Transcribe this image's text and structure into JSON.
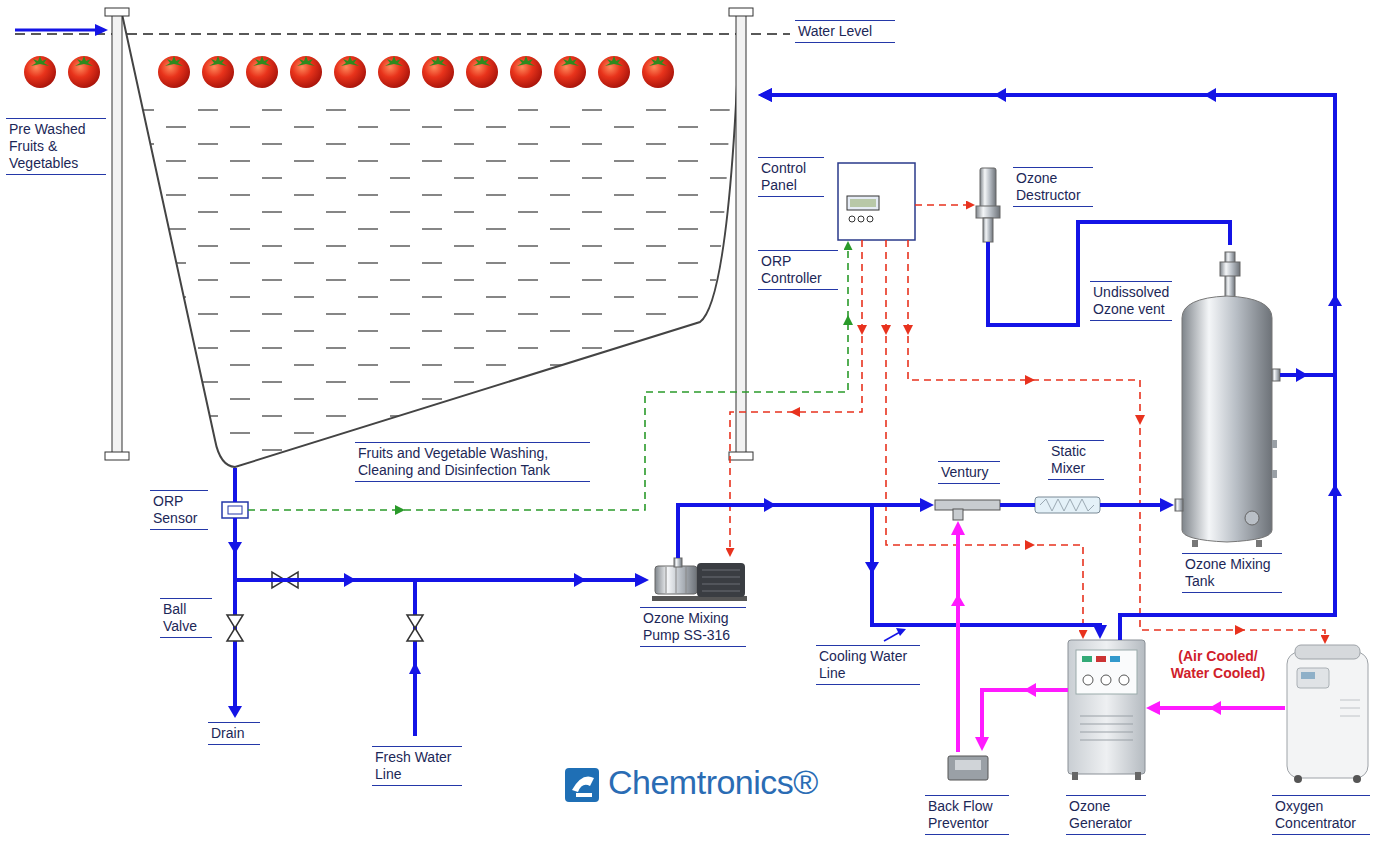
{
  "diagram": {
    "nodes": [
      {
        "text": [
          "Fruits and Vegetable Washing, Cleaning and Disinfection Tank"
        ]
      },
      {
        "text": [
          "Control Panel",
          "ORP Controller"
        ]
      },
      {
        "text": [
          "Ozone Destructor"
        ]
      },
      {
        "text": [
          "Ozone Mixing Tank"
        ]
      },
      {
        "text": [
          "ORP Sensor"
        ]
      },
      {
        "text": [
          "Ozone Mixing Pump SS-316"
        ]
      },
      {
        "text": [
          "Ventury"
        ]
      },
      {
        "text": [
          "Static Mixer"
        ]
      },
      {
        "text": [
          "Ozone Generator"
        ]
      },
      {
        "text": [
          "Back Flow Preventor"
        ]
      },
      {
        "text": [
          "Oxygen Concentrator"
        ]
      }
    ],
    "edges": [
      {
        "from": 0,
        "to": 4,
        "arrow": "none"
      },
      {
        "from": 4,
        "to": 5,
        "arrow": "to"
      },
      {
        "from": 4,
        "to": 1,
        "arrow": "to"
      },
      {
        "from": 1,
        "to": 2,
        "arrow": "to"
      },
      {
        "from": 1,
        "to": 5,
        "arrow": "to"
      },
      {
        "from": 1,
        "to": 8,
        "arrow": "to"
      },
      {
        "from": 1,
        "to": 10,
        "arrow": "to"
      },
      {
        "from": 3,
        "to": 2,
        "arrow": "none"
      },
      {
        "from": 5,
        "to": 6,
        "arrow": "to"
      },
      {
        "from": 6,
        "to": 7,
        "arrow": "none"
      },
      {
        "from": 7,
        "to": 3,
        "arrow": "to"
      },
      {
        "from": 5,
        "to": 8,
        "arrow": "to"
      },
      {
        "from": 8,
        "to": 0,
        "arrow": "to"
      },
      {
        "from": 3,
        "to": 0,
        "arrow": "to"
      },
      {
        "from": 10,
        "to": 8,
        "arrow": "to"
      },
      {
        "from": 8,
        "to": 9,
        "arrow": "to"
      },
      {
        "from": 9,
        "to": 6,
        "arrow": "to"
      }
    ],
    "labels": [
      "Water Level",
      "Pre Washed Fruits & Vegetables",
      "Undissolved Ozone vent",
      "Ball Valve",
      "Drain",
      "Fresh Water Line",
      "Cooling Water Line",
      "(Air Cooled/ Water Cooled)",
      "Chemtronics®"
    ]
  }
}
